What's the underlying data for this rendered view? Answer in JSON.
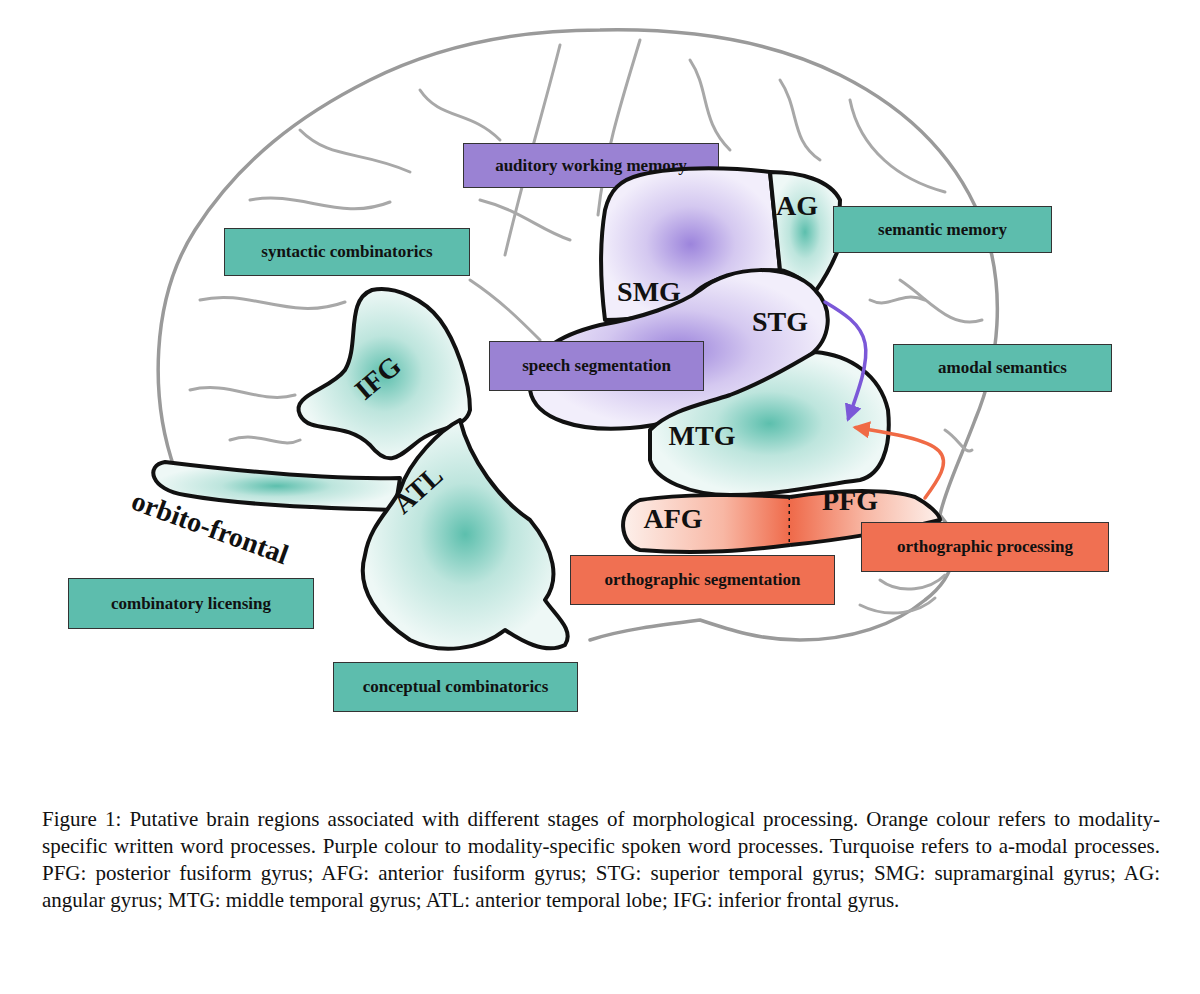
{
  "diagram": {
    "caption": "Figure 1: Putative brain regions associated with different stages of morphological processing. Orange colour refers to modality-specific written word processes. Purple colour to modality-specific spoken word processes. Turquoise refers to a-modal processes. PFG: posterior fusiform gyrus; AFG: anterior fusiform gyrus; STG: superior temporal gyrus; SMG: supramarginal gyrus; AG: angular gyrus; MTG: middle temporal gyrus; ATL: anterior temporal lobe; IFG: inferior frontal gyrus.",
    "nodes": [
      {
        "text": [
          "auditory working memory"
        ]
      },
      {
        "text": [
          "SMG"
        ]
      },
      {
        "text": [
          "AG"
        ]
      },
      {
        "text": [
          "semantic memory"
        ]
      },
      {
        "text": [
          "syntactic combinatorics"
        ]
      },
      {
        "text": [
          "STG"
        ]
      },
      {
        "text": [
          "IFG"
        ]
      },
      {
        "text": [
          "speech segmentation"
        ]
      },
      {
        "text": [
          "amodal semantics"
        ]
      },
      {
        "text": [
          "MTG"
        ]
      },
      {
        "text": [
          "orbito-frontal"
        ]
      },
      {
        "text": [
          "ATL"
        ]
      },
      {
        "text": [
          "AFG"
        ]
      },
      {
        "text": [
          "PFG"
        ]
      },
      {
        "text": [
          "orthographic processing"
        ]
      },
      {
        "text": [
          "orthographic segmentation"
        ]
      },
      {
        "text": [
          "combinatory licensing"
        ]
      },
      {
        "text": [
          "conceptual combinatorics"
        ]
      }
    ],
    "edges": [
      {
        "from": 5,
        "to": 9,
        "arrow": "to"
      },
      {
        "from": 13,
        "to": 9,
        "arrow": "to"
      }
    ]
  }
}
